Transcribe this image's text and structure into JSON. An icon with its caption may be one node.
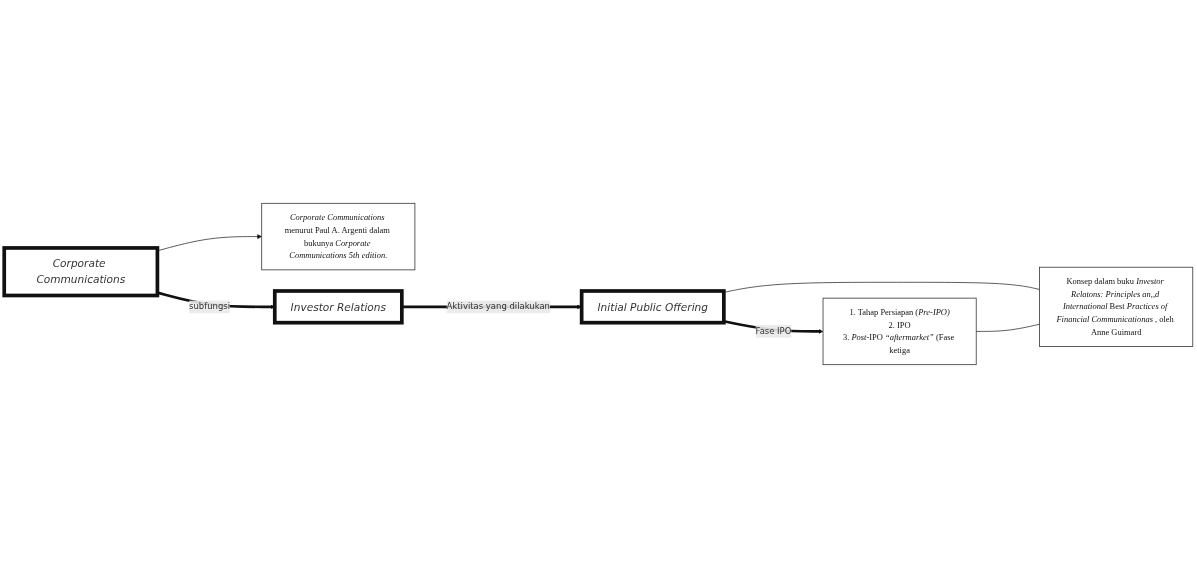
{
  "diagram": {
    "nodes": [
      {
        "text": [
          "Corporate Communications"
        ]
      },
      {
        "text": [
          "*Corporate Communications* menurut Paul A. Argenti dalam bukunya *Corporate Communications 5th edition.*"
        ]
      },
      {
        "text": [
          "Investor Relations"
        ]
      },
      {
        "text": [
          "Initial Public Offering"
        ]
      },
      {
        "text": [
          "1. Tahap Persiapan (*Pre-IPO)*",
          "2. IPO",
          "3. *Post*-IPO *“aftermarket”* (Fase ketiga"
        ]
      },
      {
        "text": [
          "Konsep dalam buku *Investor Relatons: Principles an,,d International* Best *Practices of Financial Communicationas* , oleh Anne Guimard"
        ]
      }
    ],
    "edges": [
      {
        "from": 0,
        "to": 1,
        "arrow": "to"
      },
      {
        "from": 0,
        "to": 2,
        "arrow": "to",
        "label": "subfungsi",
        "style": "thick"
      },
      {
        "from": 2,
        "to": 3,
        "arrow": "to",
        "label": "Aktivitas yang dilakukan",
        "style": "thick"
      },
      {
        "from": 3,
        "to": 4,
        "arrow": "to",
        "label": "Fase IPO",
        "style": "thick"
      },
      {
        "from": 3,
        "to": 5,
        "arrow": "none"
      },
      {
        "from": 4,
        "to": 5,
        "arrow": "none"
      }
    ]
  }
}
